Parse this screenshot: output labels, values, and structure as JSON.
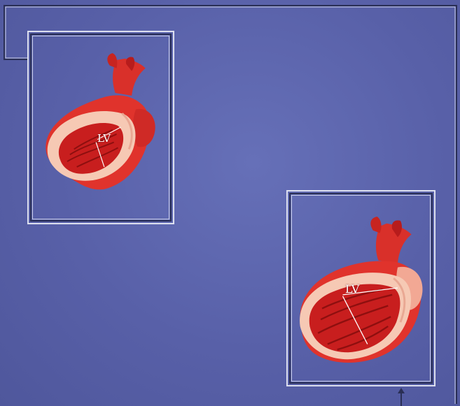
{
  "figure": {
    "background_color": "#5a63ad",
    "frame_color": "#dde0ef",
    "heart_colors": {
      "outer": "#e0332c",
      "dark": "#a01212",
      "light": "#f6c9b4",
      "cavity": "#c81e1e"
    },
    "panels": [
      {
        "id": "small",
        "label": "LV"
      },
      {
        "id": "large",
        "label": "LV"
      }
    ]
  }
}
